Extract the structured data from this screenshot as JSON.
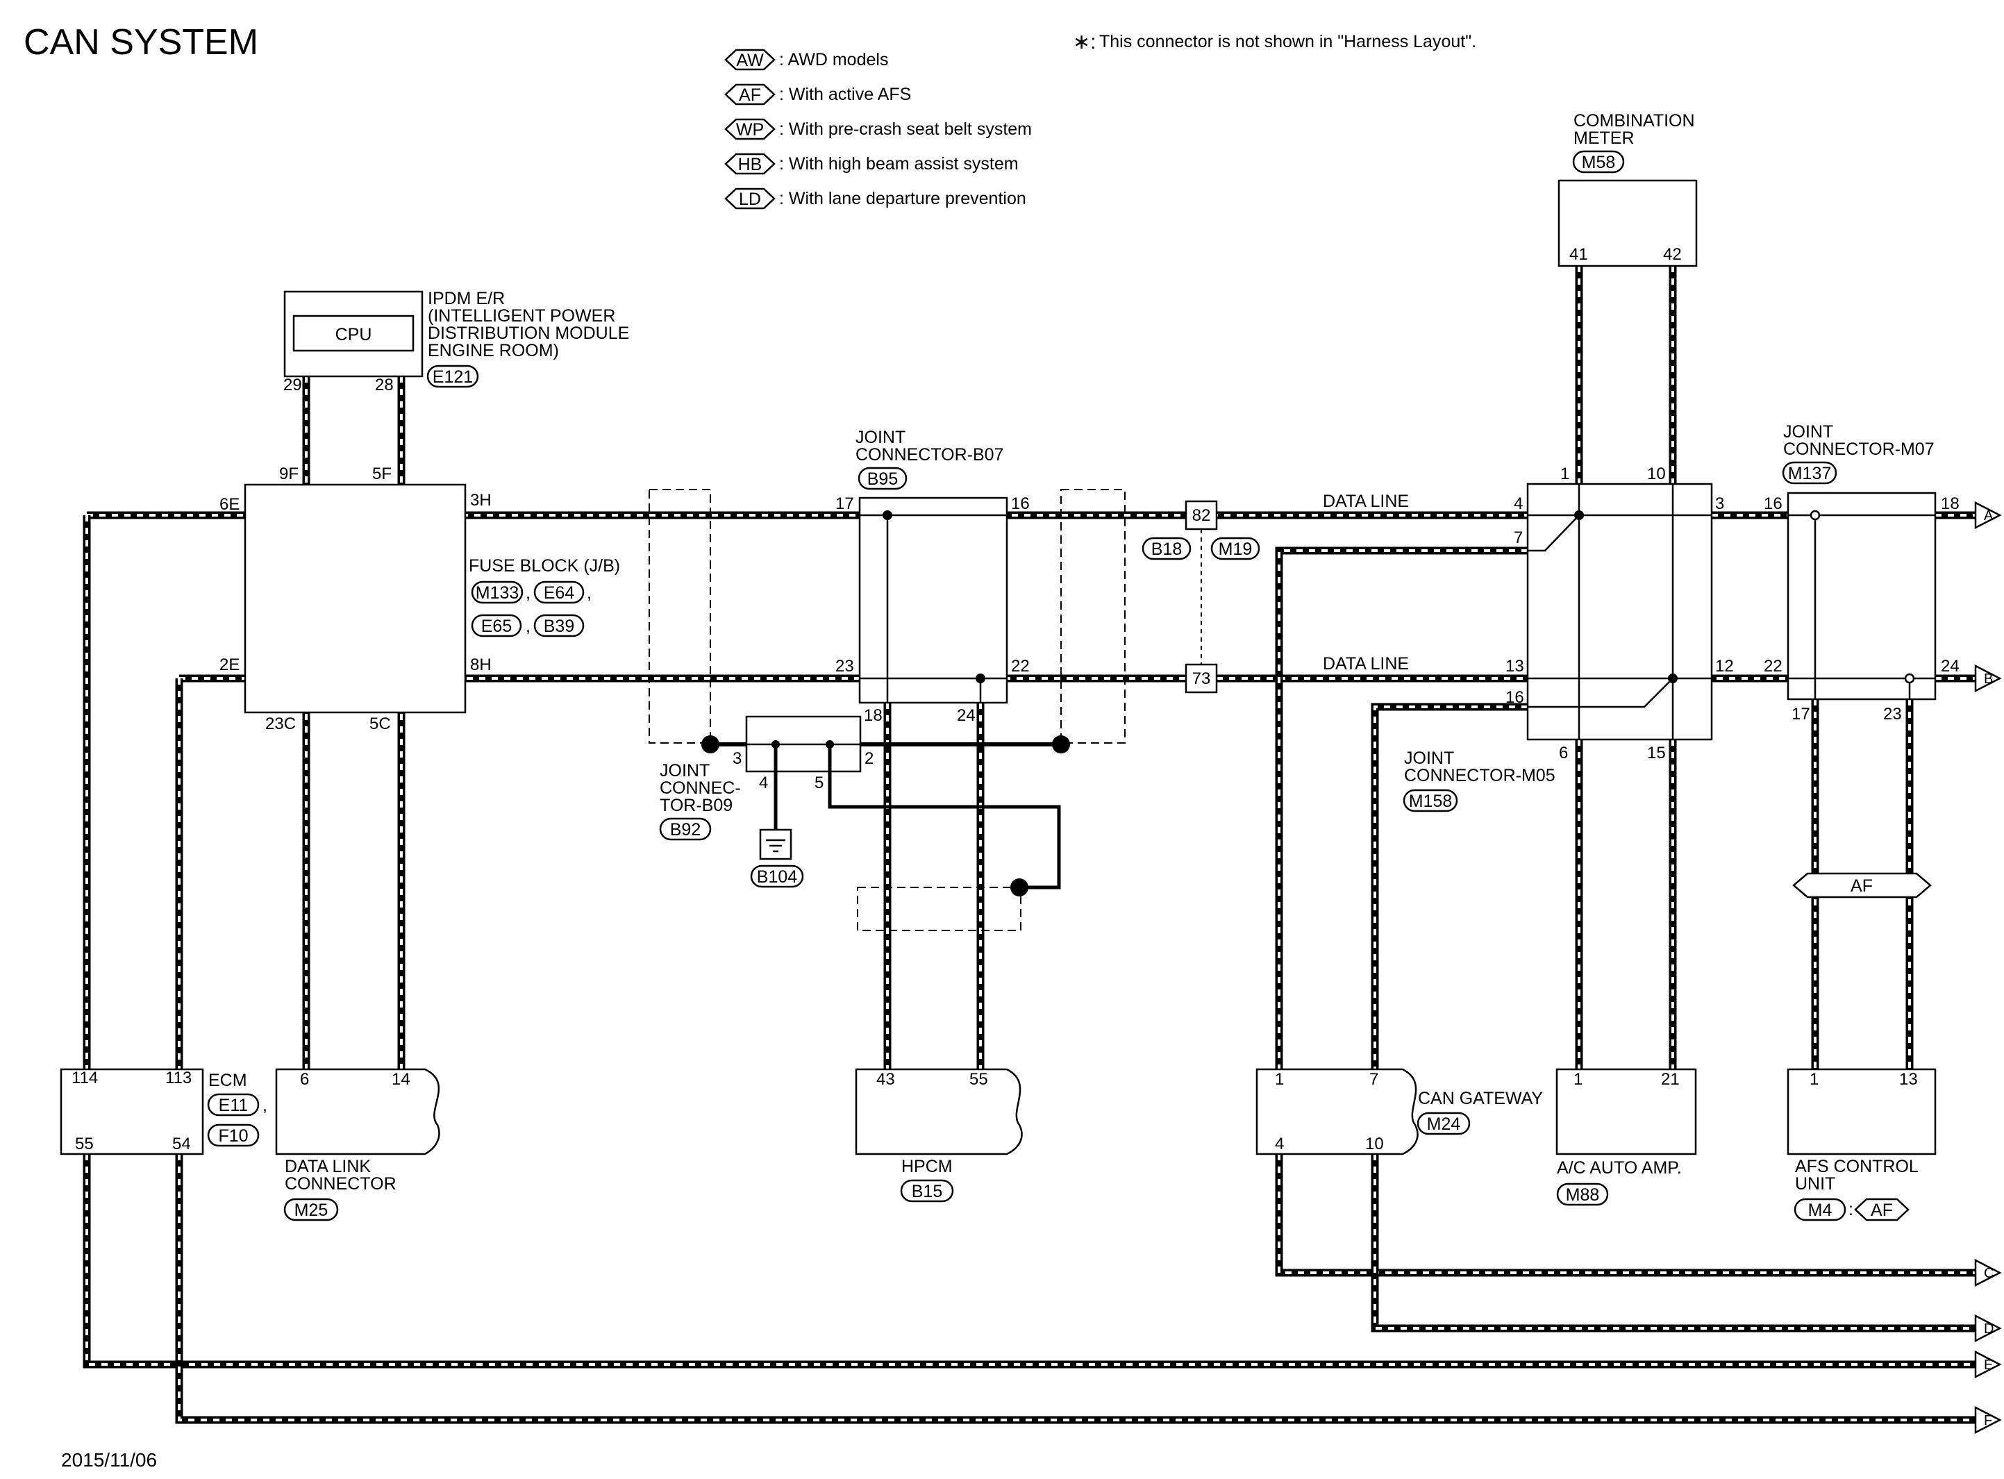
{
  "title": "CAN SYSTEM",
  "date": "2015/11/06",
  "note": "This connector is not shown in \"Harness Layout\".",
  "note_mark": "∗:",
  "legend": [
    {
      "code": "AW",
      "text": ": AWD models"
    },
    {
      "code": "AF",
      "text": ": With active AFS"
    },
    {
      "code": "WP",
      "text": ": With pre-crash seat belt system"
    },
    {
      "code": "HB",
      "text": ": With high beam assist system"
    },
    {
      "code": "LD",
      "text": ": With lane departure prevention"
    }
  ],
  "data_line_label": "DATA LINE",
  "ipdm": {
    "name_lines": [
      "IPDM E/R",
      "(INTELLIGENT POWER",
      "DISTRIBUTION MODULE",
      "ENGINE ROOM)"
    ],
    "cpu": "CPU",
    "conn": "E121",
    "pins": [
      "29",
      "28"
    ]
  },
  "fuse_block": {
    "name": "FUSE BLOCK (J/B)",
    "conns": [
      "M133",
      "E64",
      "E65",
      "B39"
    ],
    "pins": [
      "9F",
      "5F",
      "6E",
      "3H",
      "2E",
      "8H",
      "23C",
      "5C"
    ]
  },
  "joint_b07": {
    "name_lines": [
      "JOINT",
      "CONNECTOR-B07"
    ],
    "conn": "B95",
    "pins": [
      "17",
      "16",
      "23",
      "22",
      "18",
      "24"
    ]
  },
  "joint_b09": {
    "name_lines": [
      "JOINT",
      "CONNEC-",
      "TOR-B09"
    ],
    "conn": "B92",
    "pins": [
      "3",
      "2",
      "4",
      "5"
    ],
    "ground": "B104"
  },
  "inline": {
    "pins": [
      "82",
      "73"
    ],
    "conns": [
      "B18",
      "M19"
    ]
  },
  "meter": {
    "name_lines": [
      "COMBINATION",
      "METER"
    ],
    "conn": "M58",
    "pins": [
      "41",
      "42"
    ]
  },
  "joint_m05": {
    "name_lines": [
      "JOINT",
      "CONNECTOR-M05"
    ],
    "conn": "M158",
    "pins": [
      "1",
      "10",
      "4",
      "3",
      "7",
      "13",
      "12",
      "16",
      "6",
      "15"
    ]
  },
  "joint_m07": {
    "name_lines": [
      "JOINT",
      "CONNECTOR-M07"
    ],
    "conn": "M137",
    "pins": [
      "16",
      "18",
      "22",
      "24",
      "17",
      "23"
    ]
  },
  "af_tag": "AF",
  "ecm": {
    "name": "ECM",
    "conns": [
      "E11",
      "F10"
    ],
    "pins": [
      "114",
      "113",
      "55",
      "54"
    ]
  },
  "dlc": {
    "name_lines": [
      "DATA LINK",
      "CONNECTOR"
    ],
    "conn": "M25",
    "pins": [
      "6",
      "14"
    ]
  },
  "hpcm": {
    "name": "HPCM",
    "conn": "B15",
    "pins": [
      "43",
      "55"
    ]
  },
  "can_gateway": {
    "name": "CAN GATEWAY",
    "conn": "M24",
    "pins": [
      "1",
      "7",
      "4",
      "10"
    ]
  },
  "ac_amp": {
    "name": "A/C AUTO AMP.",
    "conn": "M88",
    "pins": [
      "1",
      "21"
    ]
  },
  "afs": {
    "name_lines": [
      "AFS CONTROL",
      "UNIT"
    ],
    "conn": "M4",
    "tag": "AF"
  },
  "afs_pins": [
    "1",
    "13"
  ],
  "arrows": [
    "A",
    "B",
    "C",
    "D",
    "E",
    "F"
  ],
  "comma": ","
}
